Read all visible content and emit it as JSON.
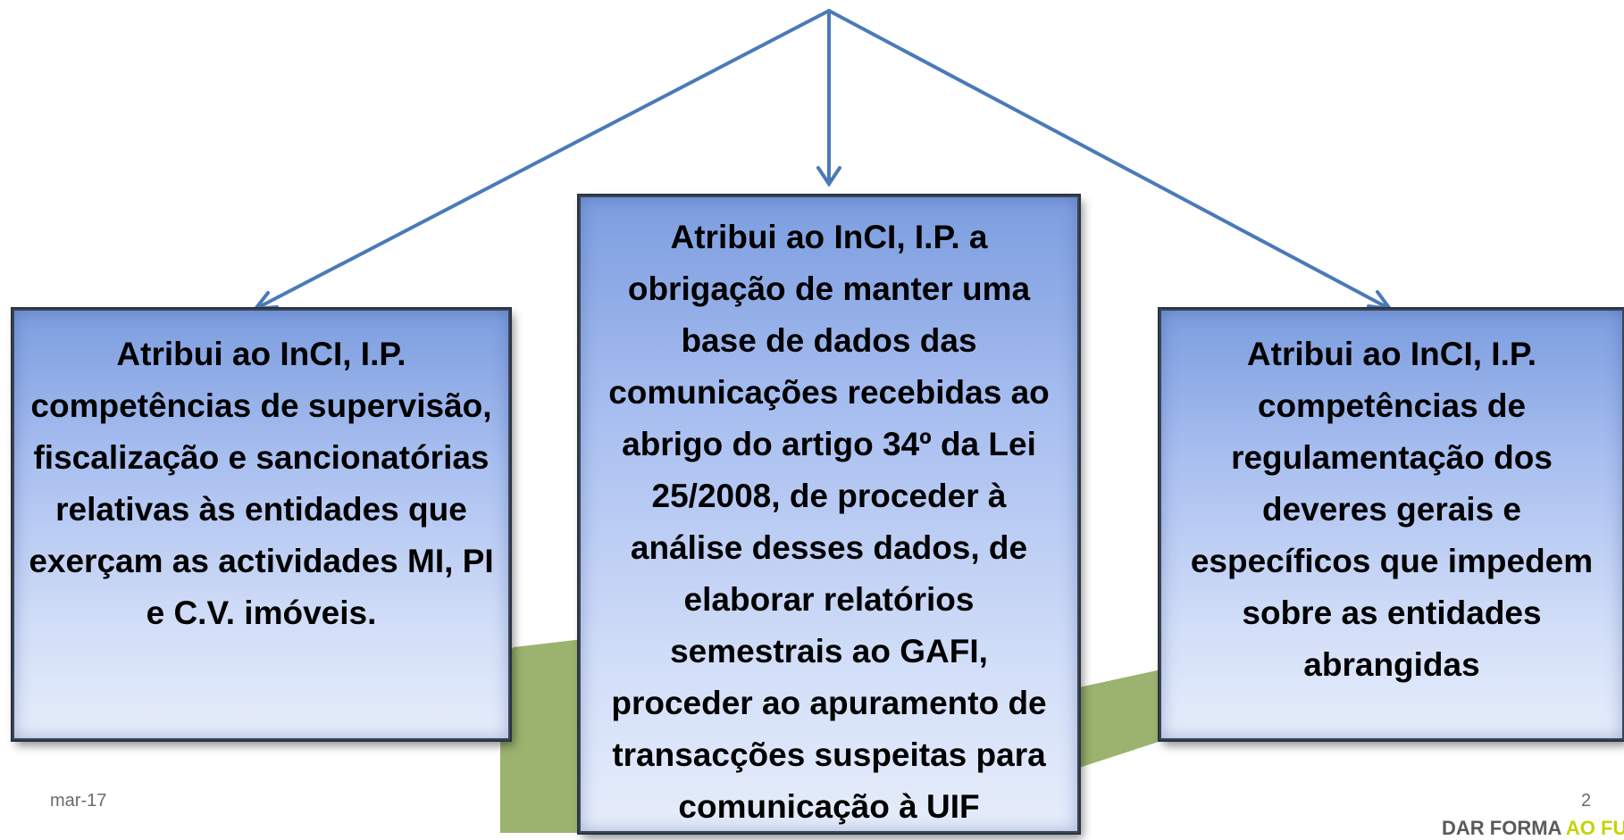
{
  "boxes": {
    "left": "Atribui ao InCI, I.P. competências de supervisão, fiscalização e sancionatórias relativas às entidades que exerçam as actividades MI, PI e C.V. imóveis.",
    "center": "Atribui ao InCI, I.P. a obrigação de manter uma base de dados das comunicações recebidas ao abrigo do artigo 34º da Lei 25/2008, de proceder à análise desses dados, de elaborar relatórios semestrais ao GAFI, proceder ao apuramento de transacções suspeitas para comunicação à UIF",
    "right": "Atribui ao InCI, I.P. competências de regulamentação dos deveres gerais e específicos que impedem sobre as entidades abrangidas"
  },
  "footer": {
    "date": "mar-17",
    "page": "2",
    "brand_main": "DAR FORMA ",
    "brand_accent": "AO FUTURO"
  },
  "colors": {
    "arrow": "#4a7ab8",
    "box_border": "#3a4556",
    "green_band": "#9bb36e",
    "brand_accent": "#c6d300"
  }
}
